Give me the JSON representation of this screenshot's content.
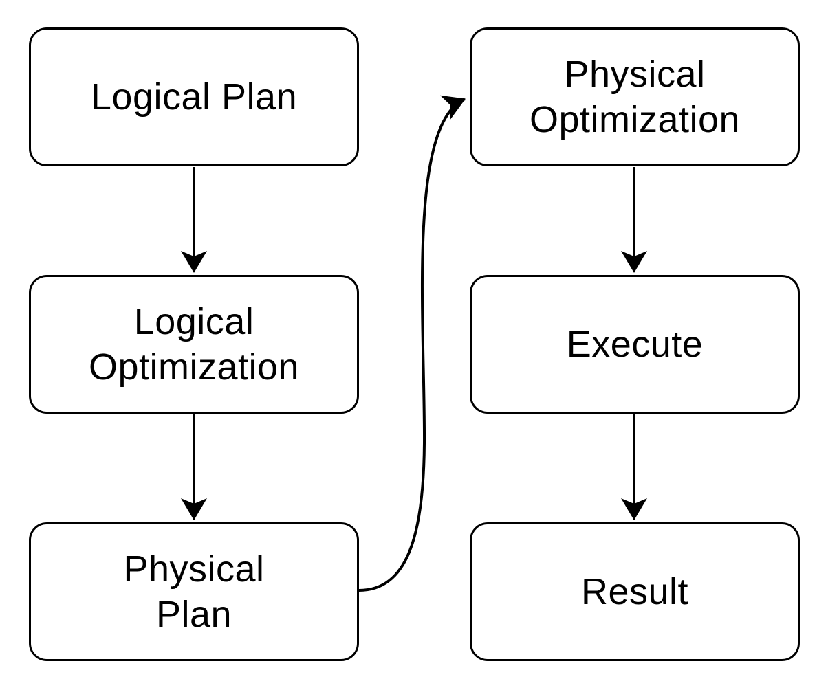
{
  "diagram": {
    "colors": {
      "background": "#ffffff",
      "node_fill": "#ffffff",
      "node_border": "#000000",
      "edge_stroke": "#000000",
      "text": "#000000"
    },
    "nodes": [
      {
        "id": "logical-plan",
        "lines": [
          "Logical Plan"
        ]
      },
      {
        "id": "logical-optimization",
        "lines": [
          "Logical",
          "Optimization"
        ]
      },
      {
        "id": "physical-plan",
        "lines": [
          "Physical",
          "Plan"
        ]
      },
      {
        "id": "physical-optimization",
        "lines": [
          "Physical",
          "Optimization"
        ]
      },
      {
        "id": "execute",
        "lines": [
          "Execute"
        ]
      },
      {
        "id": "result",
        "lines": [
          "Result"
        ]
      }
    ],
    "edges": [
      {
        "from": "logical-plan",
        "to": "logical-optimization",
        "style": "straight",
        "direction": "down"
      },
      {
        "from": "logical-optimization",
        "to": "physical-plan",
        "style": "straight",
        "direction": "down"
      },
      {
        "from": "physical-plan",
        "to": "physical-optimization",
        "style": "curved",
        "direction": "up-right"
      },
      {
        "from": "physical-optimization",
        "to": "execute",
        "style": "straight",
        "direction": "down"
      },
      {
        "from": "execute",
        "to": "result",
        "style": "straight",
        "direction": "down"
      }
    ]
  }
}
